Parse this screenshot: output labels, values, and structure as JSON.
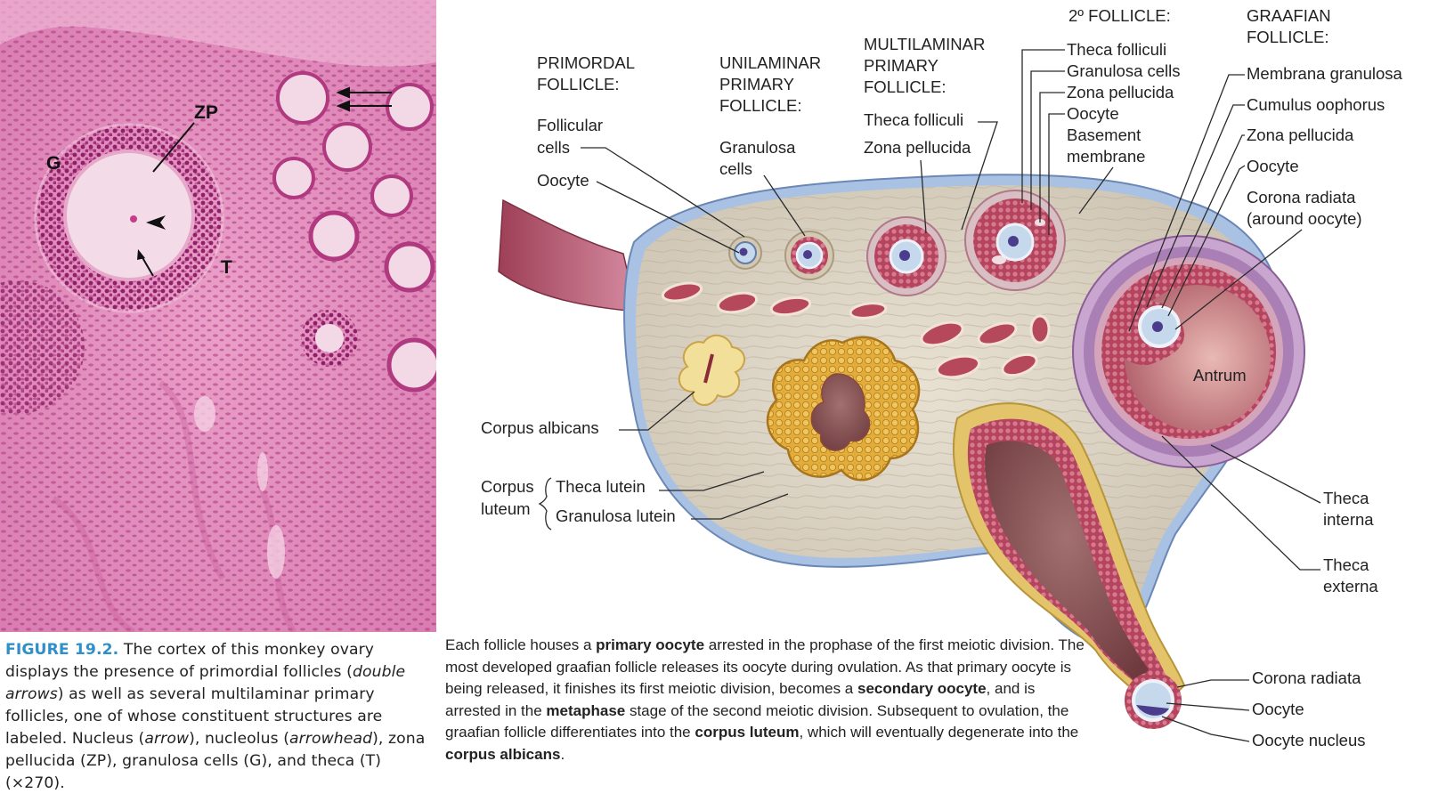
{
  "micrograph": {
    "labels": {
      "zp": "ZP",
      "g": "G",
      "t": "T"
    }
  },
  "caption": {
    "figure_label": "FIGURE 19.2.",
    "t1": " The cortex of this monkey ovary displays the presence of primordial follicles (",
    "e1": "double arrows",
    "t2": ") as well as several multilaminar primary follicles, one of whose constituent structures are labeled. Nucleus (",
    "e2": "arrow",
    "t3": "), nucleolus (",
    "e3": "arrowhead",
    "t4": "), zona pellucida (ZP), granulosa cells (G), and theca (T) (×270)."
  },
  "headings": {
    "primordial_1": "PRIMORDAL",
    "primordial_2": "FOLLICLE:",
    "unilaminar_1": "UNILAMINAR",
    "unilaminar_2": "PRIMARY",
    "unilaminar_3": "FOLLICLE:",
    "multilaminar_1": "MULTILAMINAR",
    "multilaminar_2": "PRIMARY",
    "multilaminar_3": "FOLLICLE:",
    "secondary": "2º FOLLICLE:",
    "graafian_1": "GRAAFIAN",
    "graafian_2": "FOLLICLE:"
  },
  "labels": {
    "follicular_cells_1": "Follicular",
    "follicular_cells_2": "cells",
    "oocyte_primordial": "Oocyte",
    "granulosa_cells_1": "Granulosa",
    "granulosa_cells_2": "cells",
    "theca_folliculi_multi": "Theca folliculi",
    "zona_pellucida_multi": "Zona pellucida",
    "theca_folliculi_2": "Theca folliculi",
    "granulosa_cells_2nd": "Granulosa cells",
    "zona_pellucida_2nd": "Zona pellucida",
    "oocyte_2nd": "Oocyte",
    "basement_1": "Basement",
    "basement_2": "membrane",
    "membrana_granulosa": "Membrana granulosa",
    "cumulus_oophorus": "Cumulus oophorus",
    "zona_pellucida_graaf": "Zona pellucida",
    "oocyte_graaf": "Oocyte",
    "corona_radiata_1": "Corona radiata",
    "corona_radiata_2": "(around oocyte)",
    "antrum": "Antrum",
    "corpus_albicans": "Corpus albicans",
    "corpus_luteum_1": "Corpus",
    "corpus_luteum_2": "luteum",
    "theca_lutein": "Theca lutein",
    "granulosa_lutein": "Granulosa lutein",
    "theca_interna_1": "Theca",
    "theca_interna_2": "interna",
    "theca_externa_1": "Theca",
    "theca_externa_2": "externa",
    "corona_radiata_ov": "Corona radiata",
    "oocyte_ov": "Oocyte",
    "oocyte_nucleus": "Oocyte nucleus"
  },
  "body_text": {
    "p1": "Each follicle houses a ",
    "b1": "primary oocyte",
    "p2": " arrested in the prophase of the first meiotic division. The most developed graafian follicle releases its oocyte during ovulation. As that primary oocyte is being released, it finishes its first meiotic division, becomes a ",
    "b2": "secondary oocyte",
    "p3": ", and is arrested in the ",
    "b3": "metaphase",
    "p4": " stage of the second meiotic division. Subsequent to ovulation, the graafian follicle differentiates into the ",
    "b4": "corpus luteum",
    "p5": ", which will eventually degenerate into the ",
    "b5": "corpus albicans",
    "p6": "."
  },
  "colors": {
    "caption_accent": "#2f8fc9",
    "stroma": "#d9d2c2",
    "capsule_blue": "#a9c2e4",
    "follicle_red": "#b0405a",
    "luteum_yellow": "#e6b440",
    "micrograph_pink": "#e489b8"
  }
}
